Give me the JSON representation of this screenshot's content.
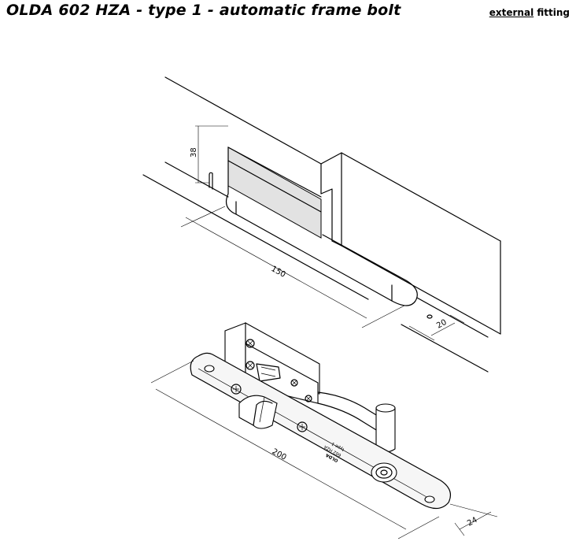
{
  "header": {
    "title": "OLDA 602 HZA - type 1 - automatic frame bolt",
    "fitting_emphasis": "external",
    "fitting_rest": "fitting"
  },
  "dimensions": {
    "pin_height": "38",
    "slot_length": "150",
    "slot_offset": "20",
    "plate_length": "200",
    "plate_width": "24"
  },
  "plate_marking": {
    "brand": "OLDA",
    "model": "602 HZA",
    "type": "type 1"
  }
}
